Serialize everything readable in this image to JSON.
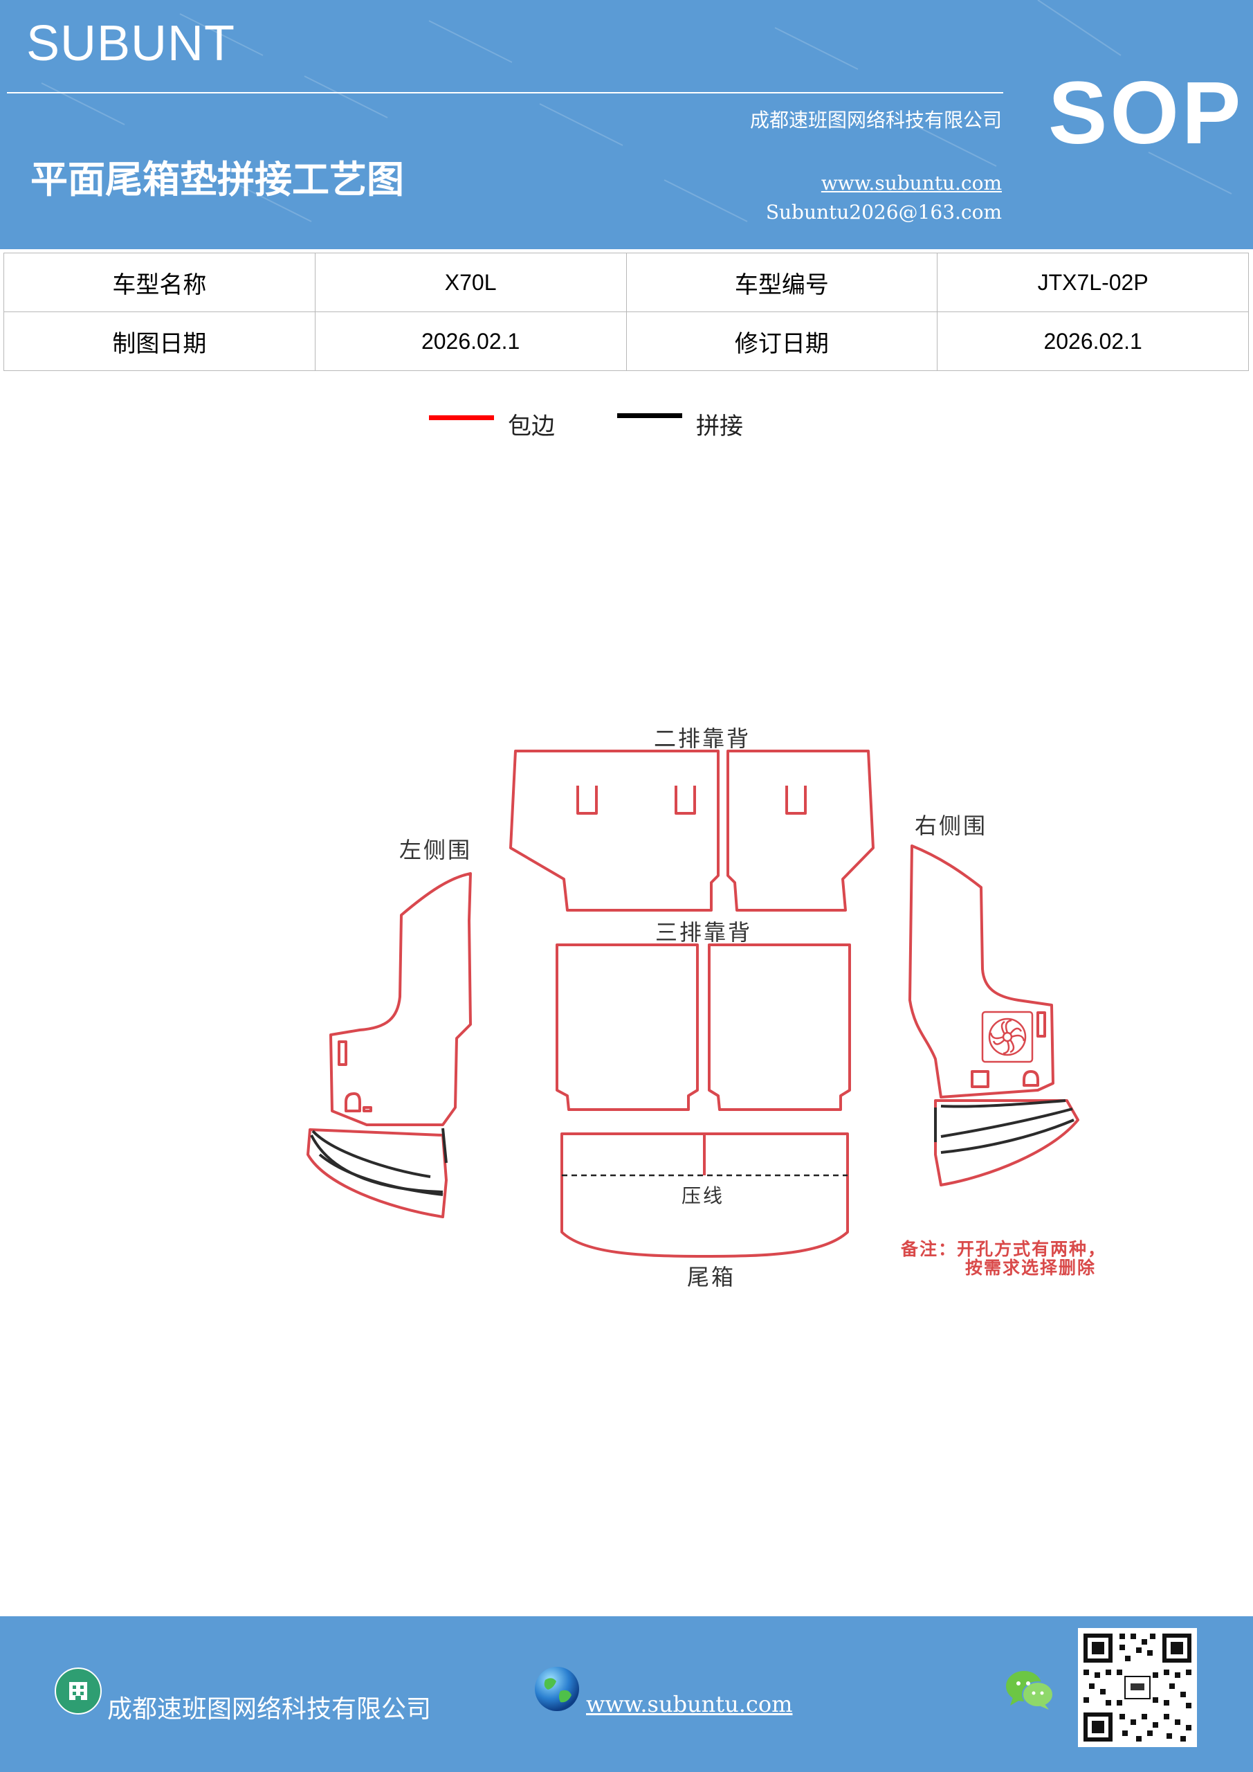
{
  "header": {
    "brand": "SUBUNT",
    "company": "成都速班图网络科技有限公司",
    "title": "平面尾箱垫拼接工艺图",
    "website": "www.subuntu.com",
    "email": "Subuntu2026@163.com",
    "badge": "SOP",
    "background_color": "#5b9bd5"
  },
  "info_table": {
    "rows": [
      {
        "label1": "车型名称",
        "value1": "X70L",
        "label2": "车型编号",
        "value2": "JTX7L-02P"
      },
      {
        "label1": "制图日期",
        "value1": "2026.02.1",
        "label2": "修订日期",
        "value2": "2026.02.1"
      }
    ]
  },
  "legend": {
    "items": [
      {
        "label": "包边",
        "color": "#ff0000"
      },
      {
        "label": "拼接",
        "color": "#000000"
      }
    ]
  },
  "diagram": {
    "outline_color": "#d9484e",
    "labels": {
      "second_row": "二排靠背",
      "third_row": "三排靠背",
      "left_side": "左侧围",
      "right_side": "右侧围",
      "trunk": "尾箱",
      "crease": "压线"
    },
    "note_line1": "备注：开孔方式有两种，",
    "note_line2": "按需求选择删除"
  },
  "footer": {
    "company": "成都速班图网络科技有限公司",
    "website": "www.subuntu.com",
    "icons": [
      "building-icon",
      "globe-icon",
      "wechat-icon",
      "qr-code"
    ]
  }
}
